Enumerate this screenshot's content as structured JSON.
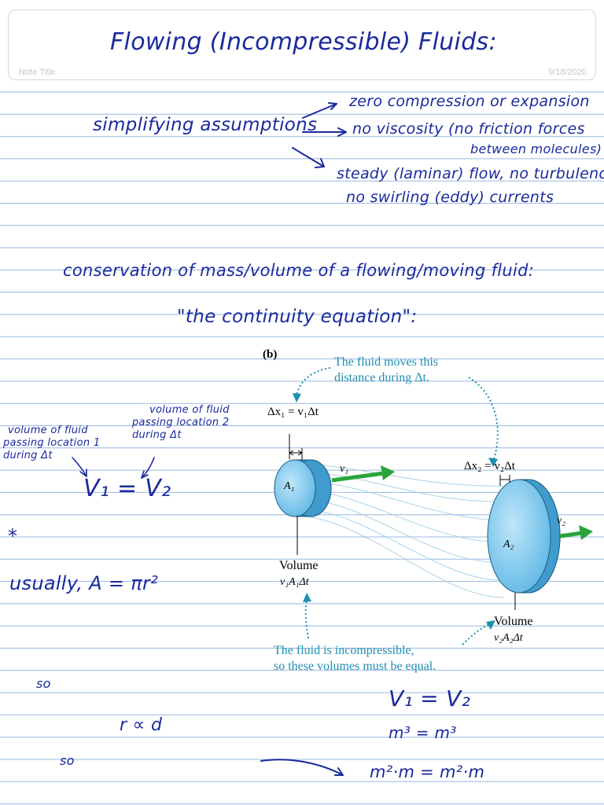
{
  "note": {
    "label": "Note Title",
    "date": "9/18/2020",
    "title": "Flowing (Incompressible) Fluids:"
  },
  "assumptions": {
    "heading": "simplifying assumptions",
    "items": [
      "zero compression or expansion",
      "no viscosity (no friction forces",
      "between molecules)",
      "steady (laminar) flow, no turbulence,",
      "no swirling (eddy) currents"
    ]
  },
  "conservation": {
    "line1": "conservation of mass/volume of a flowing/moving fluid:",
    "line2": "\"the continuity equation\":"
  },
  "margin_notes": {
    "vol1": [
      "volume of fluid",
      "passing location 1",
      "during Δt"
    ],
    "vol2": [
      "volume of fluid",
      "passing location 2",
      "during Δt"
    ],
    "equation": "V₁ = V₂",
    "star": "*",
    "usually": "usually, A = πr²",
    "so1": "so",
    "r_prop": "r ∝ d",
    "so2": "so"
  },
  "figure": {
    "label": "(b)",
    "top_caption": [
      "The fluid moves this",
      "distance during Δt."
    ],
    "dx1": "Δx₁ = v₁Δt",
    "dx2": "Δx₂ = v₂Δt",
    "v1": "v₁",
    "v2": "v₂",
    "a1": "A₁",
    "a2": "A₂",
    "vol_left": [
      "Volume",
      "v₁A₁Δt"
    ],
    "vol_right": [
      "Volume",
      "v₂A₂Δt"
    ],
    "bottom_caption": [
      "The fluid is incompressible,",
      "so these volumes must be equal."
    ]
  },
  "bottom_eqs": {
    "eq1": "V₁ = V₂",
    "eq2": "m³ = m³",
    "eq3": "m²·m = m²·m"
  },
  "colors": {
    "ink": "#1a2a9c",
    "rule": "#9ab8e0",
    "caption": "#1f8fb0",
    "cylinder": "#6fc3ea",
    "arrow": "#2aa43a"
  }
}
